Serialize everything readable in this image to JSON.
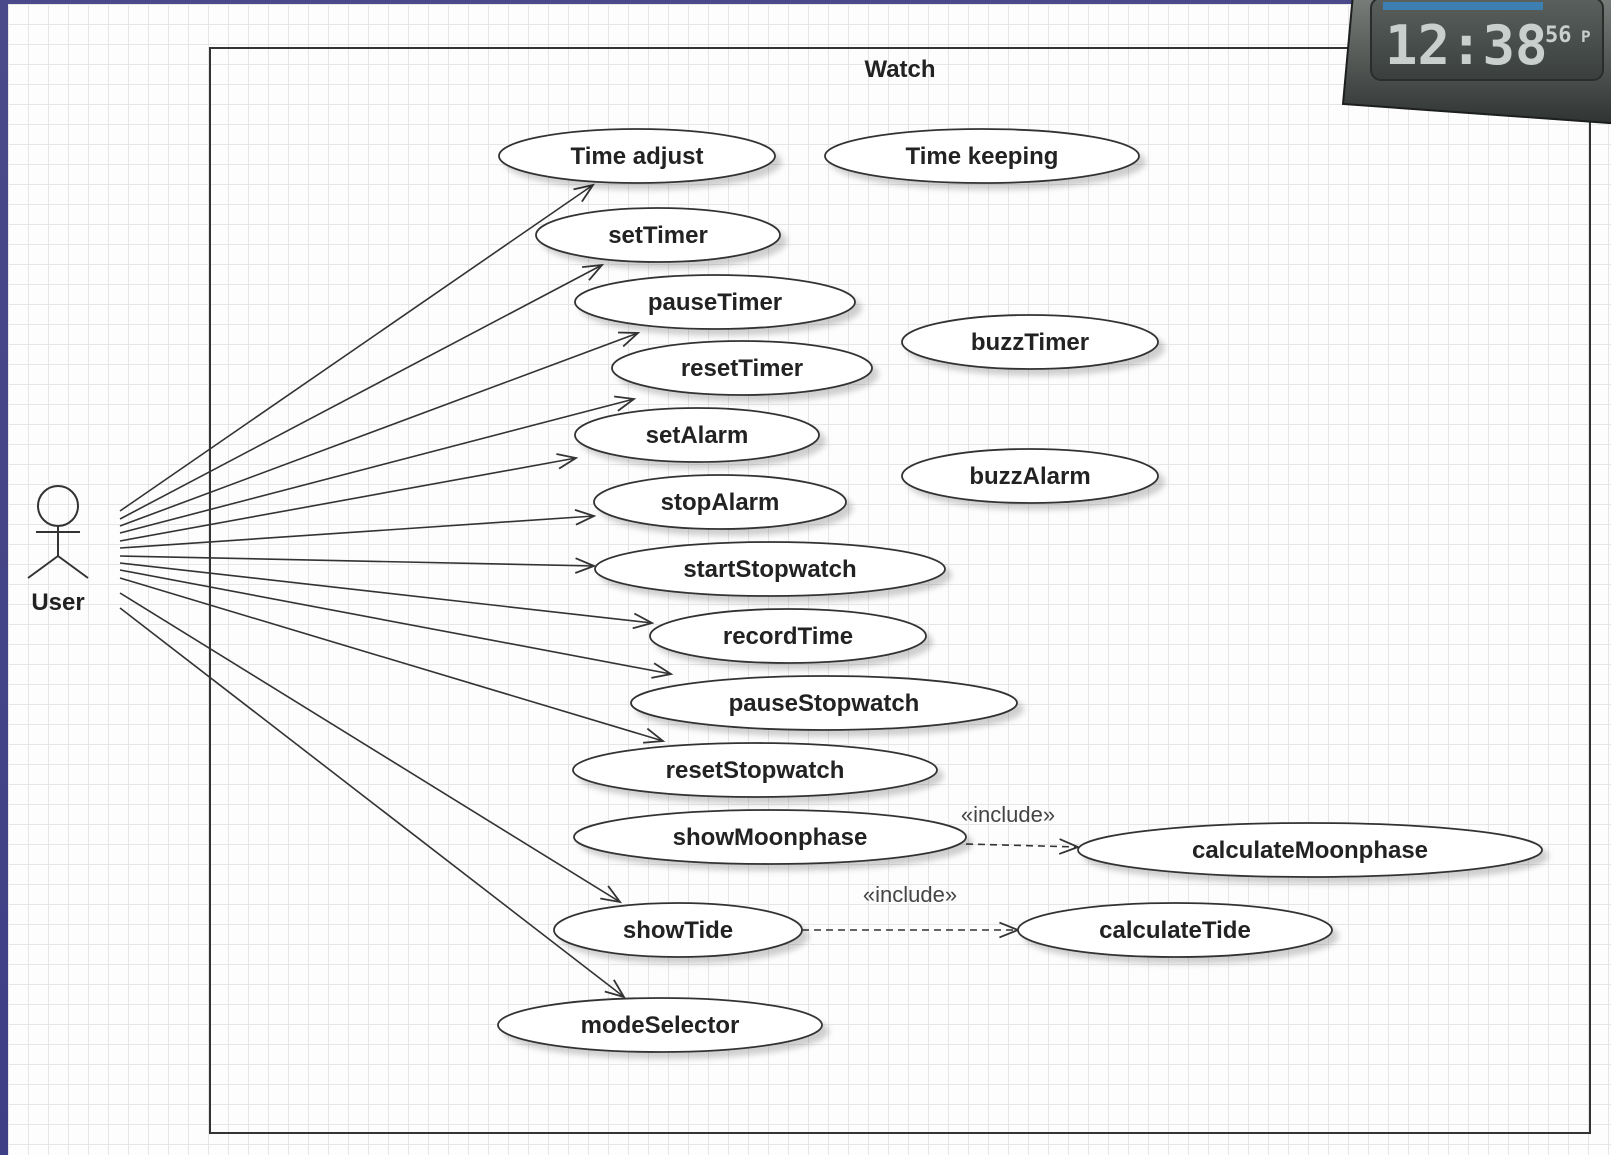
{
  "system": {
    "name": "Watch"
  },
  "actor": {
    "name": "User"
  },
  "use_cases": [
    {
      "id": "time_adjust",
      "label": "Time adjust"
    },
    {
      "id": "time_keeping",
      "label": "Time keeping"
    },
    {
      "id": "set_timer",
      "label": "setTimer"
    },
    {
      "id": "pause_timer",
      "label": "pauseTimer"
    },
    {
      "id": "buzz_timer",
      "label": "buzzTimer"
    },
    {
      "id": "reset_timer",
      "label": "resetTimer"
    },
    {
      "id": "set_alarm",
      "label": "setAlarm"
    },
    {
      "id": "buzz_alarm",
      "label": "buzzAlarm"
    },
    {
      "id": "stop_alarm",
      "label": "stopAlarm"
    },
    {
      "id": "start_stopwatch",
      "label": "startStopwatch"
    },
    {
      "id": "record_time",
      "label": "recordTime"
    },
    {
      "id": "pause_stopwatch",
      "label": "pauseStopwatch"
    },
    {
      "id": "reset_stopwatch",
      "label": "resetStopwatch"
    },
    {
      "id": "show_moonphase",
      "label": "showMoonphase"
    },
    {
      "id": "calculate_moonphase",
      "label": "calculateMoonphase"
    },
    {
      "id": "show_tide",
      "label": "showTide"
    },
    {
      "id": "calculate_tide",
      "label": "calculateTide"
    },
    {
      "id": "mode_selector",
      "label": "modeSelector"
    }
  ],
  "associations": [
    "time_adjust",
    "set_timer",
    "pause_timer",
    "reset_timer",
    "set_alarm",
    "stop_alarm",
    "start_stopwatch",
    "record_time",
    "pause_stopwatch",
    "reset_stopwatch",
    "show_tide",
    "mode_selector"
  ],
  "includes": [
    {
      "from": "show_moonphase",
      "to": "calculate_moonphase",
      "label": "«include»"
    },
    {
      "from": "show_tide",
      "to": "calculate_tide",
      "label": "«include»"
    }
  ],
  "watch_image": {
    "time": "12:38",
    "seconds": "56",
    "suffix": "P"
  }
}
